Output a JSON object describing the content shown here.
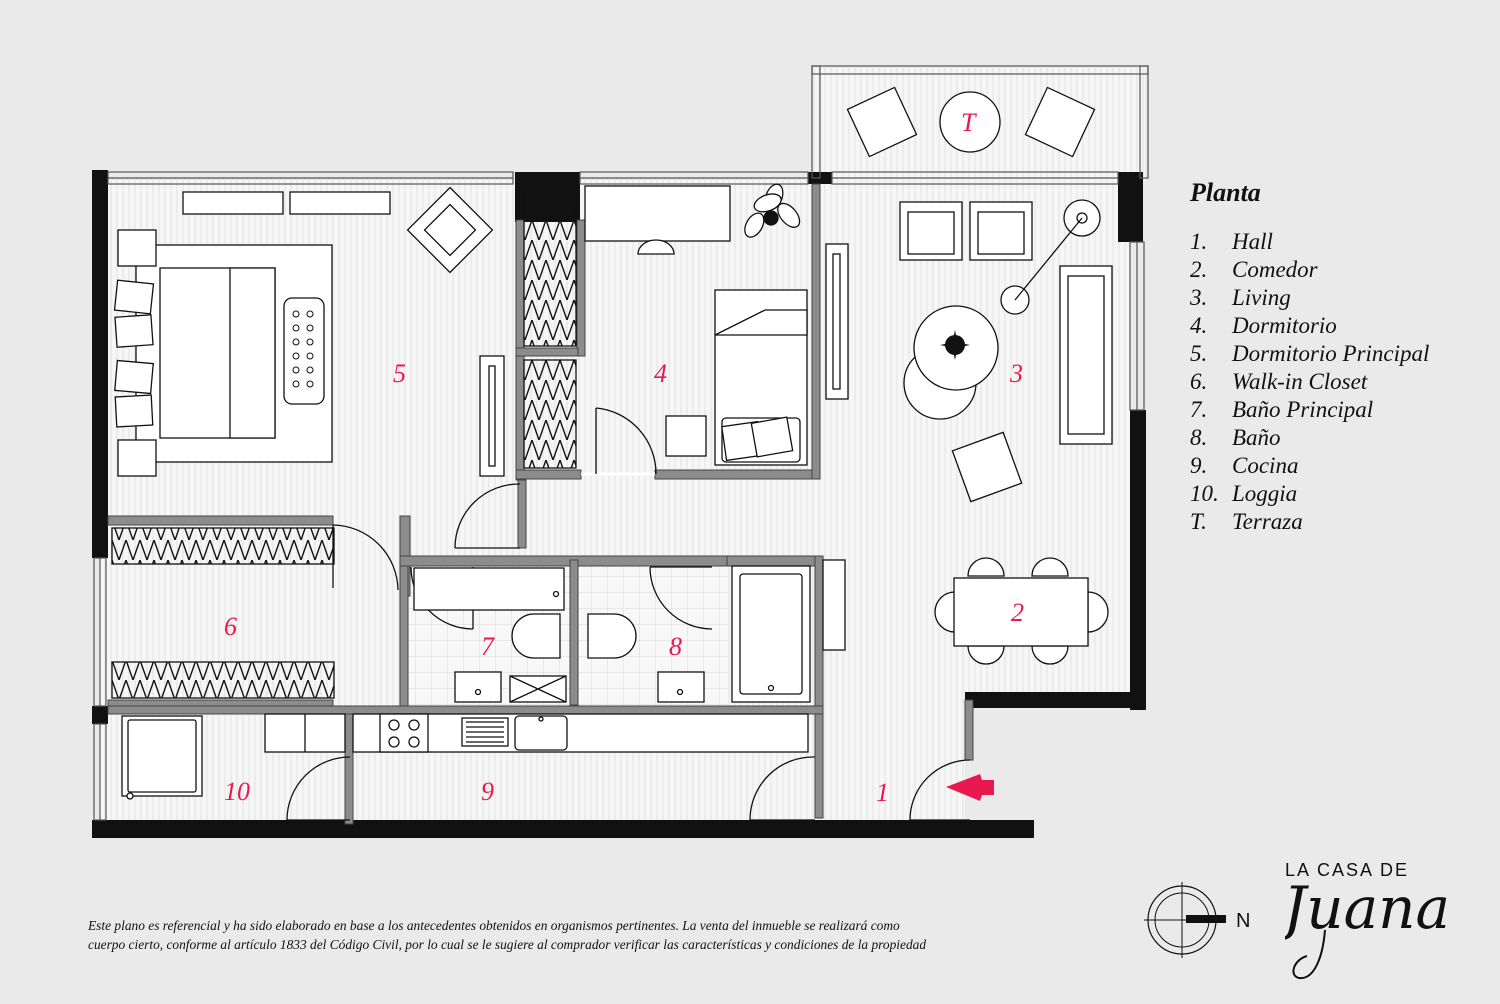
{
  "legend": {
    "title": "Planta",
    "items": [
      {
        "key": "1.",
        "label": "Hall"
      },
      {
        "key": "2.",
        "label": "Comedor"
      },
      {
        "key": "3.",
        "label": "Living"
      },
      {
        "key": "4.",
        "label": "Dormitorio"
      },
      {
        "key": "5.",
        "label": "Dormitorio Principal"
      },
      {
        "key": "6.",
        "label": "Walk-in Closet"
      },
      {
        "key": "7.",
        "label": "Baño Principal"
      },
      {
        "key": "8.",
        "label": "Baño"
      },
      {
        "key": "9.",
        "label": "Cocina"
      },
      {
        "key": "10.",
        "label": "Loggia"
      },
      {
        "key": "T.",
        "label": "Terraza"
      }
    ]
  },
  "room_labels": {
    "r1": "1",
    "r2": "2",
    "r3": "3",
    "r4": "4",
    "r5": "5",
    "r6": "6",
    "r7": "7",
    "r8": "8",
    "r9": "9",
    "r10": "10",
    "rT": "T"
  },
  "disclaimer": {
    "line1": "Este plano es referencial y ha sido elaborado en base a los antecedentes obtenidos en organismos pertinentes.  La venta del inmueble se realizará como",
    "line2": "cuerpo cierto, conforme al artículo 1833 del Código Civil, por lo cual se le sugiere al comprador verificar las características y condiciones de la propiedad"
  },
  "compass": {
    "letter": "N"
  },
  "logo": {
    "top": "LA CASA DE",
    "script": "Juana"
  },
  "colors": {
    "accent": "#e8194f",
    "wall": "#111111",
    "partition": "#8c8c8c",
    "floor": "#f4f4f4",
    "background": "#eaeaea"
  }
}
